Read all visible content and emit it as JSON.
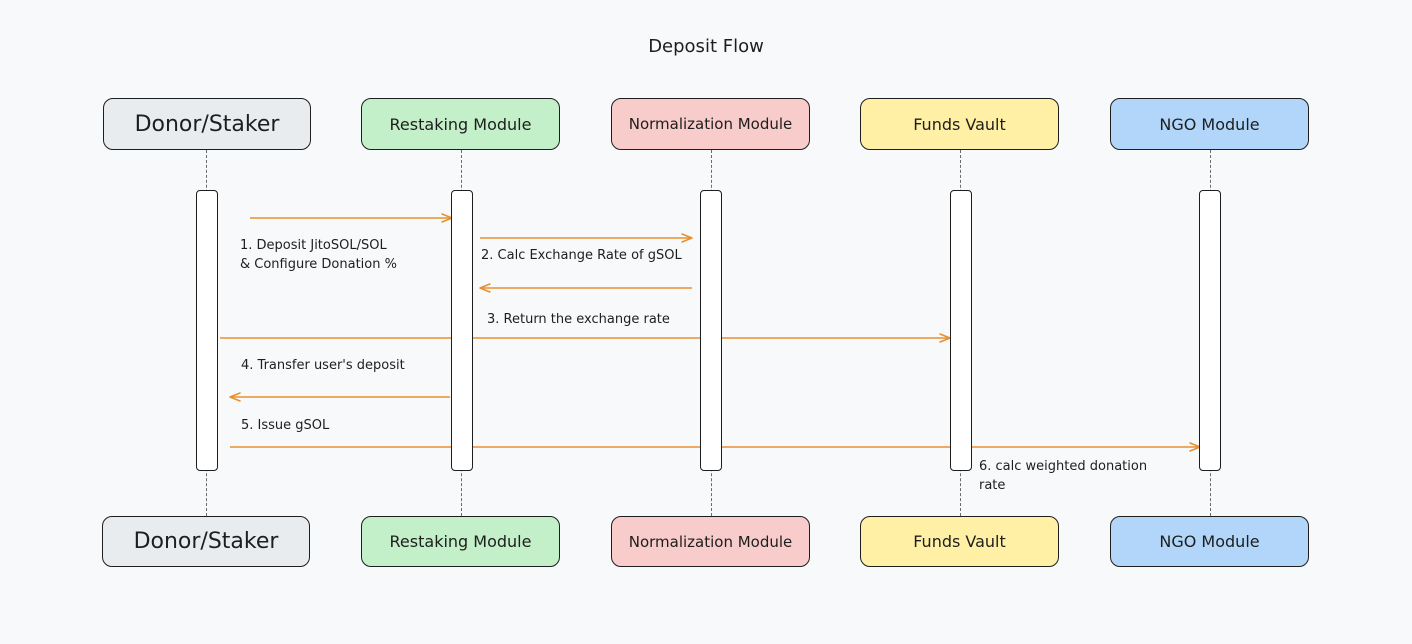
{
  "title": "Deposit Flow",
  "colors": {
    "background": "#f8f9fa",
    "arrow": "#e8902f",
    "donor": "#e9ecef",
    "restaking": "#c3f0c8",
    "normalization": "#f8cccb",
    "vault": "#fff0a5",
    "ngo": "#b1d6fa"
  },
  "actors": [
    {
      "key": "donor",
      "label": "Donor/Staker"
    },
    {
      "key": "restaking",
      "label": "Restaking Module"
    },
    {
      "key": "normalization",
      "label": "Normalization Module"
    },
    {
      "key": "vault",
      "label": "Funds Vault"
    },
    {
      "key": "ngo",
      "label": "NGO Module"
    }
  ],
  "messages": [
    {
      "step": "1",
      "text": "1. Deposit JitoSOL/SOL\n& Configure Donation %",
      "from": "donor",
      "to": "restaking"
    },
    {
      "step": "2",
      "text": "2. Calc Exchange Rate of gSOL",
      "from": "restaking",
      "to": "normalization"
    },
    {
      "step": "3",
      "text": "3. Return the exchange rate",
      "from": "normalization",
      "to": "restaking"
    },
    {
      "step": "4",
      "text": "4. Transfer user's deposit",
      "from": "donor",
      "to": "vault"
    },
    {
      "step": "5",
      "text": "5. Issue gSOL",
      "from": "restaking",
      "to": "donor"
    },
    {
      "step": "6",
      "text": "6. calc weighted donation\nrate",
      "from": "donor",
      "to": "ngo"
    }
  ]
}
